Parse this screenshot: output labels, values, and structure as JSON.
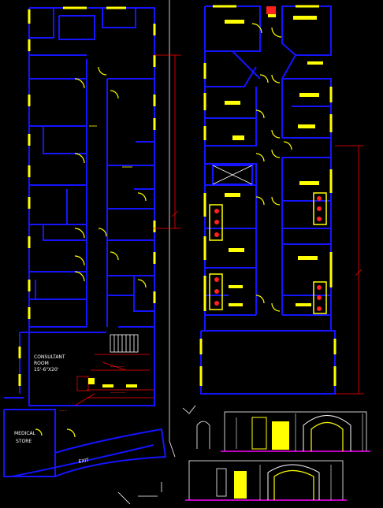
{
  "drawing": {
    "labels": {
      "consultant_room": "CONSULTANT",
      "consultant_room_2": "ROOM",
      "consultant_size": "15'-6\"X20'",
      "medical_store": "MEDICAL",
      "medical_store_2": "STORE",
      "exit": "EXIT"
    },
    "colors": {
      "background": "#000000",
      "walls": "#1414ff",
      "doors_windows": "#ffff00",
      "dimensions": "#ff0000",
      "text": "#ffffff",
      "guide": "#ffffff",
      "fixtures": "#ff2020",
      "section_ground": "#ff00ff"
    }
  }
}
